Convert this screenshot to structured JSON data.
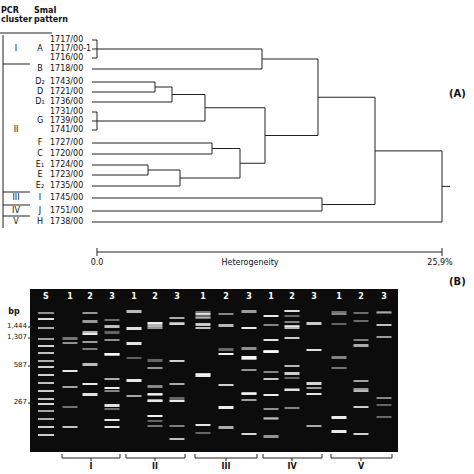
{
  "diagram": {
    "labels": [
      "PCR cluster",
      "SmaI pattern",
      "(A)",
      "I",
      "A",
      "1717/00",
      "1717/00-1",
      "1716/00",
      "B",
      "1718/00",
      "II",
      "D₂",
      "1743/00",
      "D",
      "1721/00",
      "D₁",
      "1736/00",
      "G",
      "1731/00",
      "1739/00",
      "1741/00",
      "F",
      "1727/00",
      "C",
      "1720/00",
      "E₁",
      "1724/00",
      "E",
      "1723/00",
      "E₂",
      "1735/00",
      "III",
      "I",
      "1745/00",
      "IV",
      "J",
      "1751/00",
      "V",
      "H",
      "1738/00",
      "0.0",
      "Heterogeneity",
      "25,9%",
      "(B)",
      "S",
      "1",
      "2",
      "3",
      "1",
      "2",
      "3",
      "1",
      "2",
      "3",
      "1",
      "2",
      "3",
      "1",
      "2",
      "3",
      "bp",
      "1,444",
      "1,307",
      "587",
      "267",
      "I",
      "II",
      "III",
      "IV",
      "V"
    ]
  }
}
